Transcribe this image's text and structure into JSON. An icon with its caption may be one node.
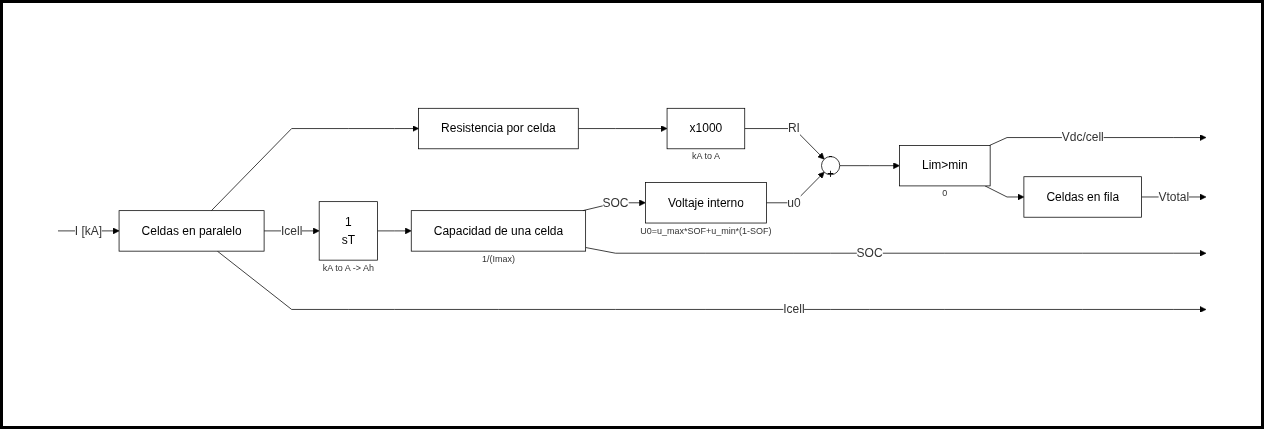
{
  "diagram": {
    "nodes": [
      {
        "text": [
          "Celdas en paralelo"
        ]
      },
      {
        "text": [
          "Resistencia por celda"
        ]
      },
      {
        "text": [
          "x1000"
        ],
        "beside": [
          "kA to A"
        ]
      },
      {
        "text": [
          "1",
          "sT"
        ],
        "beside": [
          "kA to A -> Ah"
        ]
      },
      {
        "text": [
          "Capacidad de una celda"
        ],
        "beside": [
          "1/(Imax)"
        ]
      },
      {
        "text": [
          "Voltaje interno"
        ],
        "beside": [
          "U0=u_max*SOF+u_min*(1-SOF)"
        ]
      },
      {
        "text": [
          "-",
          "+"
        ]
      },
      {
        "text": [
          "Lim>min"
        ],
        "beside": [
          "0"
        ]
      },
      {
        "text": [
          "Celdas en fila"
        ]
      }
    ],
    "edges": [
      {
        "from": null,
        "to": 0,
        "arrow": "to",
        "label": "I [kA]"
      },
      {
        "from": 0,
        "to": 1,
        "arrow": "to"
      },
      {
        "from": 0,
        "to": 3,
        "arrow": "to",
        "label": "Icell"
      },
      {
        "from": 1,
        "to": 2,
        "arrow": "to"
      },
      {
        "from": 2,
        "to": 6,
        "arrow": "to",
        "label": "RI"
      },
      {
        "from": 3,
        "to": 4,
        "arrow": "to"
      },
      {
        "from": 4,
        "to": 5,
        "arrow": "to",
        "label": "SOC"
      },
      {
        "from": 5,
        "to": 6,
        "arrow": "to",
        "label": "u0"
      },
      {
        "from": 6,
        "to": 7,
        "arrow": "to"
      },
      {
        "from": 7,
        "to": null,
        "arrow": "to",
        "label": "Vdc/cell"
      },
      {
        "from": 7,
        "to": 8,
        "arrow": "to"
      },
      {
        "from": 8,
        "to": null,
        "arrow": "to",
        "label": "Vtotal"
      },
      {
        "from": 4,
        "to": null,
        "arrow": "to",
        "label": "SOC"
      },
      {
        "from": 0,
        "to": null,
        "arrow": "to",
        "label": "Icell"
      }
    ]
  }
}
